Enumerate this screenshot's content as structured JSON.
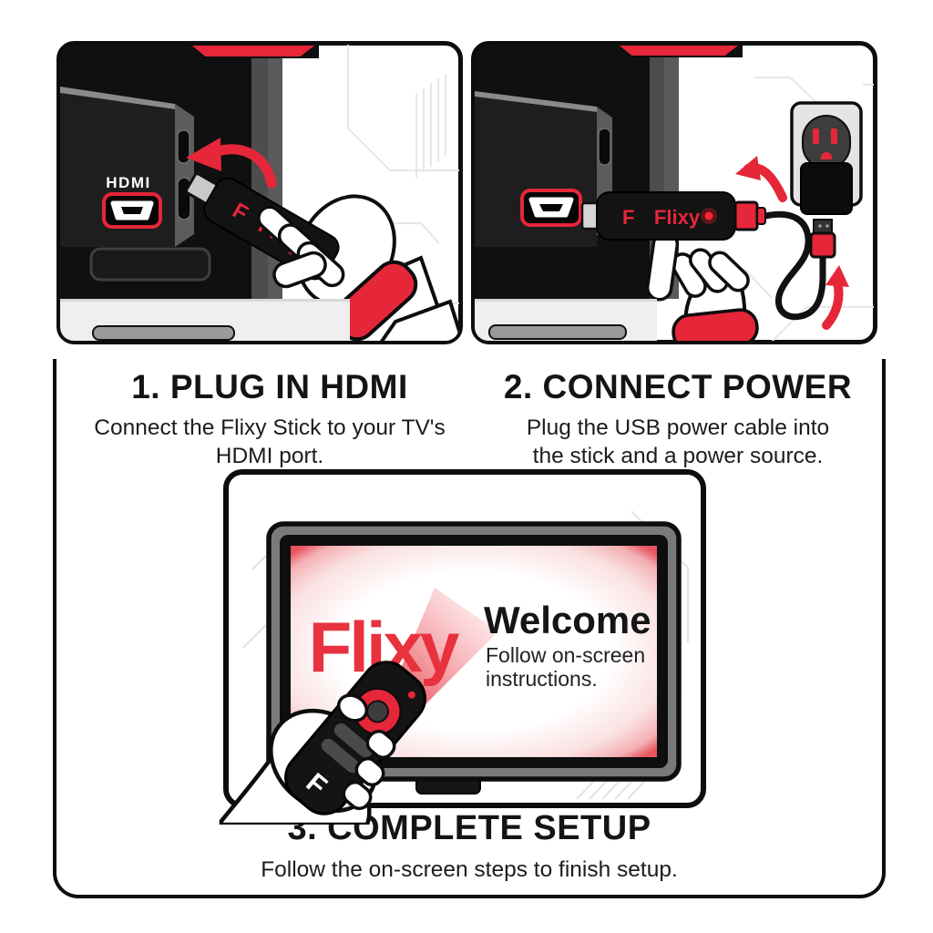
{
  "meta": {
    "description": "Flixy streaming stick setup instructions infographic"
  },
  "colors": {
    "accent_red": "#e62639",
    "logo_red": "#e8323e",
    "ink": "#0d0d0d",
    "tv_frame_gray": "#7a7a7a"
  },
  "steps": [
    {
      "title": "1. PLUG IN HDMI",
      "lines": [
        "Connect the Flixy Stick to your TV's",
        "HDMI port."
      ]
    },
    {
      "title": "2. CONNECT POWER",
      "lines": [
        "Plug the USB power cable into",
        "the stick and a power source."
      ]
    },
    {
      "title": "3. COMPLETE SETUP",
      "lines": [
        "Follow the on-screen steps to finish setup."
      ]
    }
  ],
  "panels": {
    "hdmi": {
      "port_label": "HDMI",
      "stick_logo": "F",
      "stick_name": "Flixy"
    },
    "power": {
      "stick_logo": "F",
      "stick_name": "Flixy"
    },
    "setup": {
      "screen_logo": "Flixy",
      "welcome_title": "Welcome",
      "welcome_line1": "Follow on-screen",
      "welcome_line2": "instructions.",
      "remote_logo": "F"
    }
  }
}
